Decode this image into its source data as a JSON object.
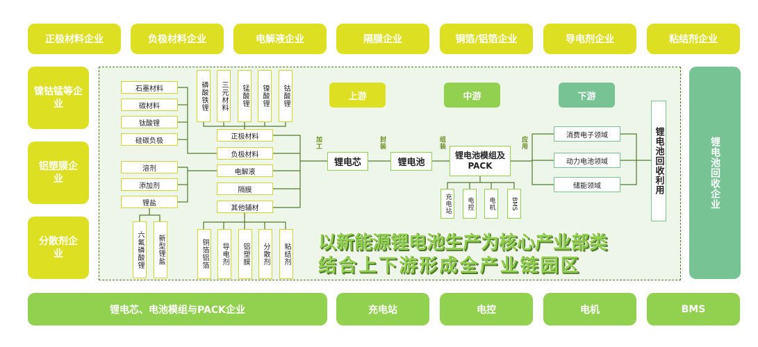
{
  "colors": {
    "upstream_yellow": "#dde022",
    "midstream_green": "#92d050",
    "downstream_teal": "#77c393",
    "panel_bg": "#eef6ea",
    "line_green": "#4f7a2a"
  },
  "top_row": [
    "正极材料企业",
    "负极材料企业",
    "电解液企业",
    "隔膜企业",
    "铜箔/铝箔企业",
    "导电剂企业",
    "粘结剂企业"
  ],
  "left_column": [
    "镍钴锰等企业",
    "铝塑膜企业",
    "分散剂企业"
  ],
  "right_column": "锂电池回收企业",
  "bottom_row": [
    "锂电芯、电池模组与PACK企业",
    "充电站",
    "电控",
    "电机",
    "BMS"
  ],
  "stages": {
    "upstream": "上游",
    "midstream": "中游",
    "downstream": "下游"
  },
  "anode_inputs": [
    "石墨材料",
    "碳材料",
    "钛酸锂",
    "硅碳负极"
  ],
  "electrolyte_inputs": [
    "溶剂",
    "添加剂",
    "锂盐"
  ],
  "lithium_salt_types": [
    "六氟磷酸锂",
    "新型锂盐"
  ],
  "cathode_types": [
    "磷酸铁锂",
    "三元材料",
    "锰酸锂",
    "镍酸锂",
    "钴酸锂"
  ],
  "materials": [
    "正极材料",
    "负极材料",
    "电解液",
    "隔膜",
    "其他辅材"
  ],
  "auxiliary_types": [
    "铜箔铝箔",
    "导电剂",
    "铝塑膜",
    "分散剂",
    "粘结剂"
  ],
  "process_labels": {
    "process": "加工",
    "package": "封装",
    "assemble": "组装",
    "apply": "应用"
  },
  "chain": {
    "cell": "锂电芯",
    "battery": "锂电池",
    "module_line1": "锂电池模组及",
    "module_line2": "PACK"
  },
  "module_children": [
    "充电站",
    "电控",
    "电机",
    "BMS"
  ],
  "applications": [
    "消费电子领域",
    "动力电池领域",
    "储能领域"
  ],
  "recycling": "锂电池回收利用",
  "slogan": {
    "line1": "以新能源锂电池生产为核心产业部类",
    "line2": "结 合 上 下 游 形 成 全 产 业 链 园 区"
  }
}
